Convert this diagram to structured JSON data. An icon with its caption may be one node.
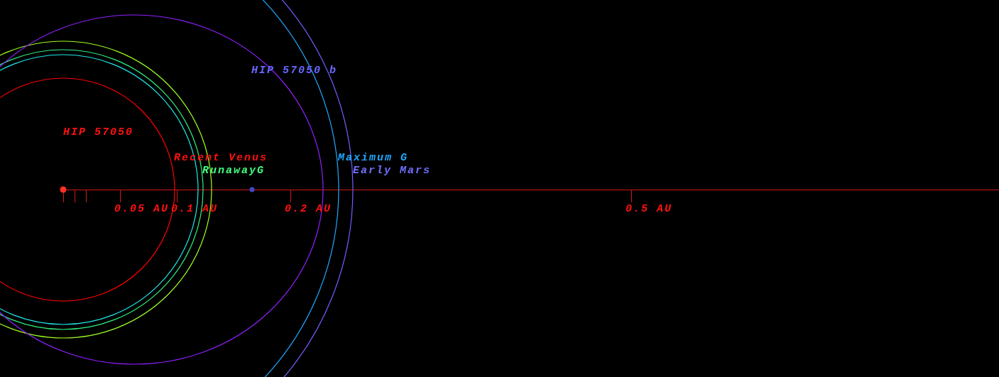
{
  "diagram": {
    "labels": [
      "HIP 57050 b",
      "HIP 57050",
      "Recent Venus",
      "Maximum G",
      "RunawayG",
      "Early Mars",
      "0.05 AU",
      "0.1 AU",
      "0.2 AU",
      "0.5 AU"
    ]
  }
}
